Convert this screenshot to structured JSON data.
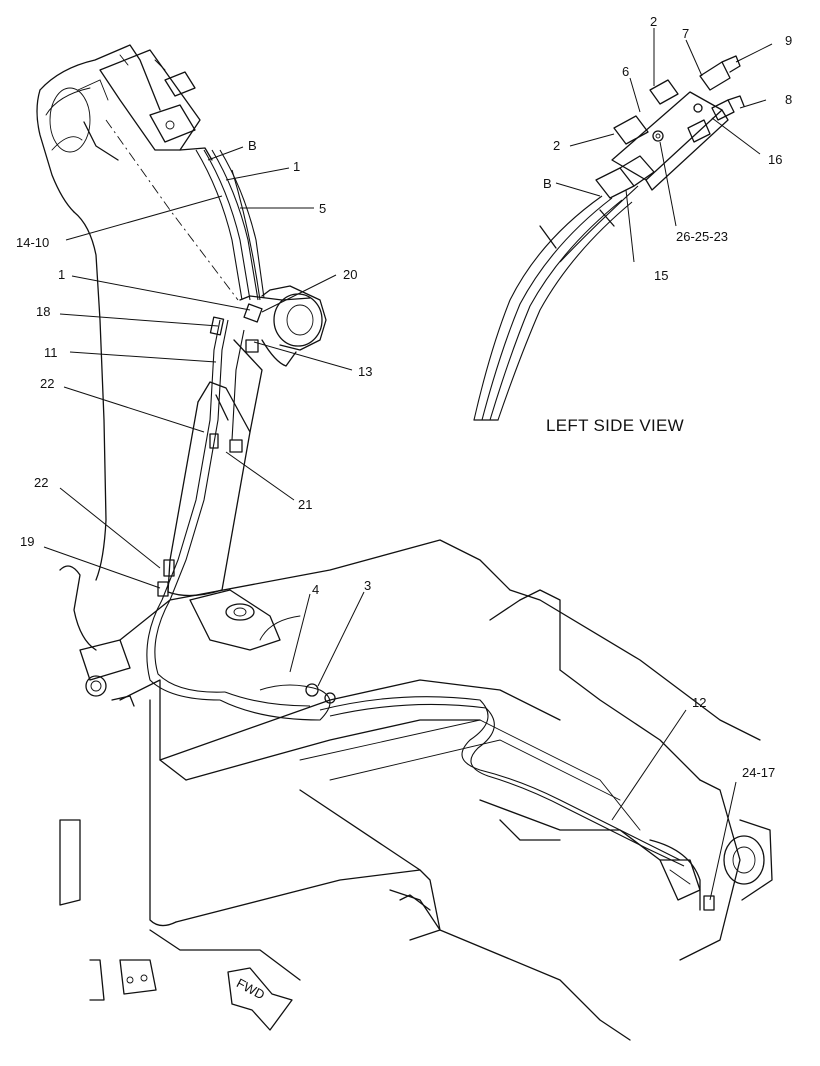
{
  "diagram": {
    "view_label": "LEFT SIDE VIEW",
    "direction_label": "FWD",
    "main_view_callouts": {
      "b": "B",
      "c1_top": "1",
      "c5": "5",
      "c14_10": "14-10",
      "c1_mid": "1",
      "c20": "20",
      "c18": "18",
      "c11": "11",
      "c13": "13",
      "c22_top": "22",
      "c21": "21",
      "c22_low": "22",
      "c19": "19",
      "c4": "4",
      "c3": "3",
      "c12": "12",
      "c24_17": "24-17"
    },
    "side_view_callouts": {
      "c2_top": "2",
      "c7": "7",
      "c9": "9",
      "c6": "6",
      "c8": "8",
      "c2_left": "2",
      "c16": "16",
      "b": "B",
      "c26_25_23": "26-25-23",
      "c15": "15"
    }
  }
}
